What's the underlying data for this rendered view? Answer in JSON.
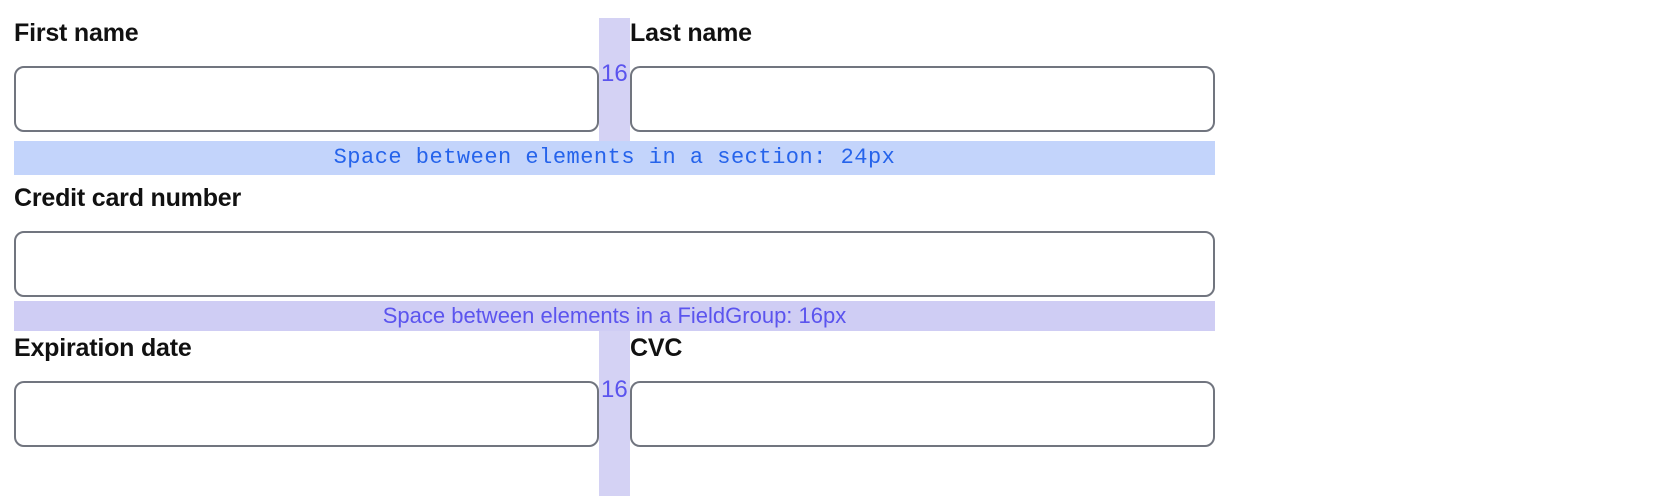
{
  "form": {
    "fields": [
      {
        "id": "first-name",
        "label": "First name",
        "value": "",
        "placeholder": ""
      },
      {
        "id": "last-name",
        "label": "Last name",
        "value": "",
        "placeholder": ""
      },
      {
        "id": "credit-card",
        "label": "Credit card number",
        "value": "",
        "placeholder": ""
      },
      {
        "id": "expiration",
        "label": "Expiration date",
        "value": "",
        "placeholder": ""
      },
      {
        "id": "cvc",
        "label": "CVC",
        "value": "",
        "placeholder": ""
      }
    ]
  },
  "annotations": {
    "section_spacing": {
      "text": "Space between elements in a section: 24px",
      "value": "24px",
      "background": "#c3d4fb",
      "color": "#2563eb"
    },
    "fieldgroup_spacing": {
      "text": "Space between elements in a FieldGroup: 16px",
      "value": "16px",
      "background": "#cfcdf4",
      "color": "#5b54ee"
    },
    "column_gap_top": {
      "label": "16",
      "background": "#d4d2f4",
      "color": "#5b54ee"
    },
    "column_gap_bottom": {
      "label": "16",
      "background": "#d4d2f4",
      "color": "#5b54ee"
    }
  },
  "colors": {
    "input_border": "#71757f",
    "label_text": "#111111",
    "page_background": "#ffffff"
  }
}
